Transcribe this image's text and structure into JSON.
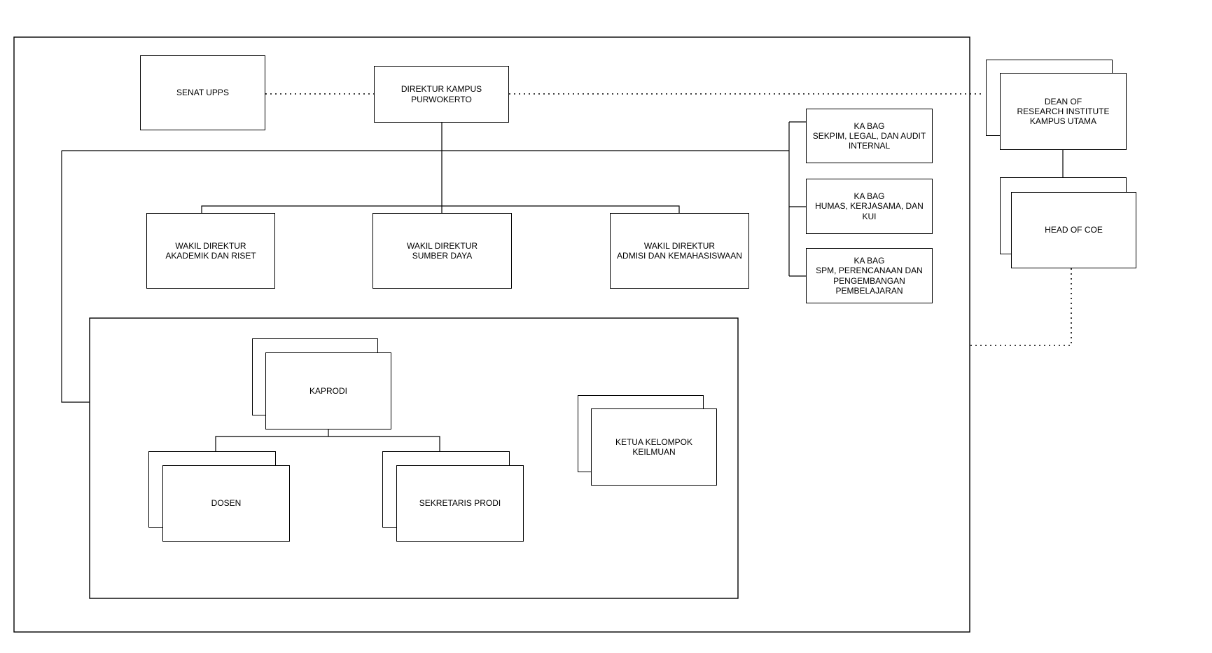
{
  "colors": {
    "background": "#ffffff",
    "box_fill": "#ffffff",
    "line": "#000000",
    "text": "#000000"
  },
  "nodes": {
    "senat_upps": {
      "label": "SENAT UPPS"
    },
    "direktur_kampus": {
      "label": "DIREKTUR KAMPUS\nPURWOKERTO"
    },
    "wadir_akademik": {
      "label": "WAKIL DIREKTUR\nAKADEMIK DAN RISET"
    },
    "wadir_sumber_daya": {
      "label": "WAKIL DIREKTUR\nSUMBER DAYA"
    },
    "wadir_admisi": {
      "label": "WAKIL DIREKTUR\nADMISI DAN KEMAHASISWAAN"
    },
    "kabag_sekpim": {
      "label": "KA BAG\nSEKPIM, LEGAL, DAN AUDIT\nINTERNAL"
    },
    "kabag_humas": {
      "label": "KA BAG\nHUMAS, KERJASAMA, DAN\nKUI"
    },
    "kabag_spm": {
      "label": "KA BAG\nSPM, PERENCANAAN DAN\nPENGEMBANGAN\nPEMBELAJARAN"
    },
    "kaprodi": {
      "label": "KAPRODI"
    },
    "dosen": {
      "label": "DOSEN"
    },
    "sekretaris_prodi": {
      "label": "SEKRETARIS PRODI"
    },
    "ketua_kelompok": {
      "label": "KETUA KELOMPOK\nKEILMUAN"
    },
    "dean_research": {
      "label": "DEAN OF\nRESEARCH INSTITUTE\nKAMPUS UTAMA"
    },
    "head_of_coe": {
      "label": "HEAD OF COE"
    }
  },
  "edges": [
    {
      "from": "senat_upps",
      "to": "direktur_kampus",
      "style": "dotted"
    },
    {
      "from": "direktur_kampus",
      "to": "dean_research",
      "style": "dotted"
    },
    {
      "from": "direktur_kampus",
      "to": "wadir_akademik",
      "style": "solid"
    },
    {
      "from": "direktur_kampus",
      "to": "wadir_sumber_daya",
      "style": "solid"
    },
    {
      "from": "direktur_kampus",
      "to": "wadir_admisi",
      "style": "solid"
    },
    {
      "from": "direktur_kampus",
      "to": "kabag_sekpim",
      "style": "solid"
    },
    {
      "from": "direktur_kampus",
      "to": "kabag_humas",
      "style": "solid"
    },
    {
      "from": "direktur_kampus",
      "to": "kabag_spm",
      "style": "solid"
    },
    {
      "from": "direktur_kampus",
      "to": "prodi_group",
      "style": "solid"
    },
    {
      "from": "kaprodi",
      "to": "dosen",
      "style": "solid"
    },
    {
      "from": "kaprodi",
      "to": "sekretaris_prodi",
      "style": "solid"
    },
    {
      "from": "dean_research",
      "to": "head_of_coe",
      "style": "solid"
    },
    {
      "from": "head_of_coe",
      "to": "campus_boundary",
      "style": "dotted"
    }
  ]
}
